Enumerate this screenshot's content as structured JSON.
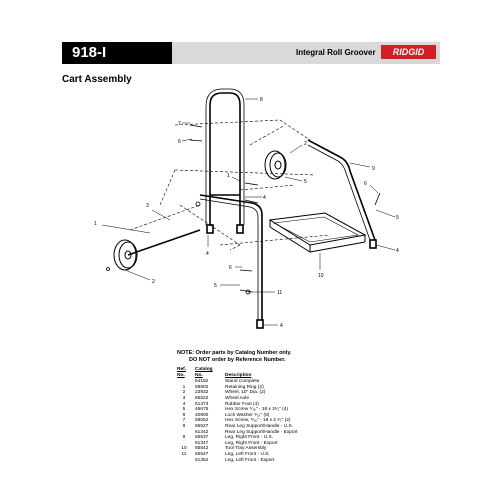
{
  "header": {
    "model": "918-I",
    "product": "Integral Roll Groover",
    "brand": "RIDGID"
  },
  "section_title": "Cart Assembly",
  "callouts": [
    "1",
    "2",
    "3",
    "4",
    "5",
    "6",
    "7",
    "8",
    "9",
    "10",
    "11"
  ],
  "note": {
    "line1": "NOTE: Order parts by Catalog Number only.",
    "line2": "DO NOT order by Reference Number."
  },
  "table": {
    "headers": [
      "Ref. No.",
      "Catalog No.",
      "Description"
    ],
    "rows": [
      {
        "ref": "",
        "cat": "64182",
        "desc": "Stand Complete"
      },
      {
        "ref": "1",
        "cat": "58802",
        "desc": "Retaining Ring (2)"
      },
      {
        "ref": "2",
        "cat": "23932",
        "desc": "Wheel, 10\" Dia. (2)"
      },
      {
        "ref": "3",
        "cat": "65522",
        "desc": "Wheel Axle"
      },
      {
        "ref": "4",
        "cat": "61473",
        "desc": "Rubber Foot (4)"
      },
      {
        "ref": "5",
        "cat": "46675",
        "desc": "Hex Screw ⁵⁄₁₆\" - 18 x 2¹⁄₂\" (4)"
      },
      {
        "ref": "6",
        "cat": "40800",
        "desc": "Lock Washer ⁵⁄₁₆\" (8)"
      },
      {
        "ref": "7",
        "cat": "58052",
        "desc": "Hex Screw, ⁵⁄₁₆\" - 18 x 2 ¹⁄₂\" (2)"
      },
      {
        "ref": "8",
        "cat": "65527",
        "desc": "Rear Leg Support/Handle - U.S."
      },
      {
        "ref": "",
        "cat": "61342",
        "desc": "Rear Leg Support/Handle - Export"
      },
      {
        "ref": "9",
        "cat": "65537",
        "desc": "Leg, Right Front - U.S."
      },
      {
        "ref": "",
        "cat": "61347",
        "desc": "Leg, Right Front - Export"
      },
      {
        "ref": "10",
        "cat": "65542",
        "desc": "Tool Tray Assembly"
      },
      {
        "ref": "11",
        "cat": "65547",
        "desc": "Leg, Left Front - U.S."
      },
      {
        "ref": "",
        "cat": "61352",
        "desc": "Leg, Left Front - Export"
      }
    ]
  }
}
